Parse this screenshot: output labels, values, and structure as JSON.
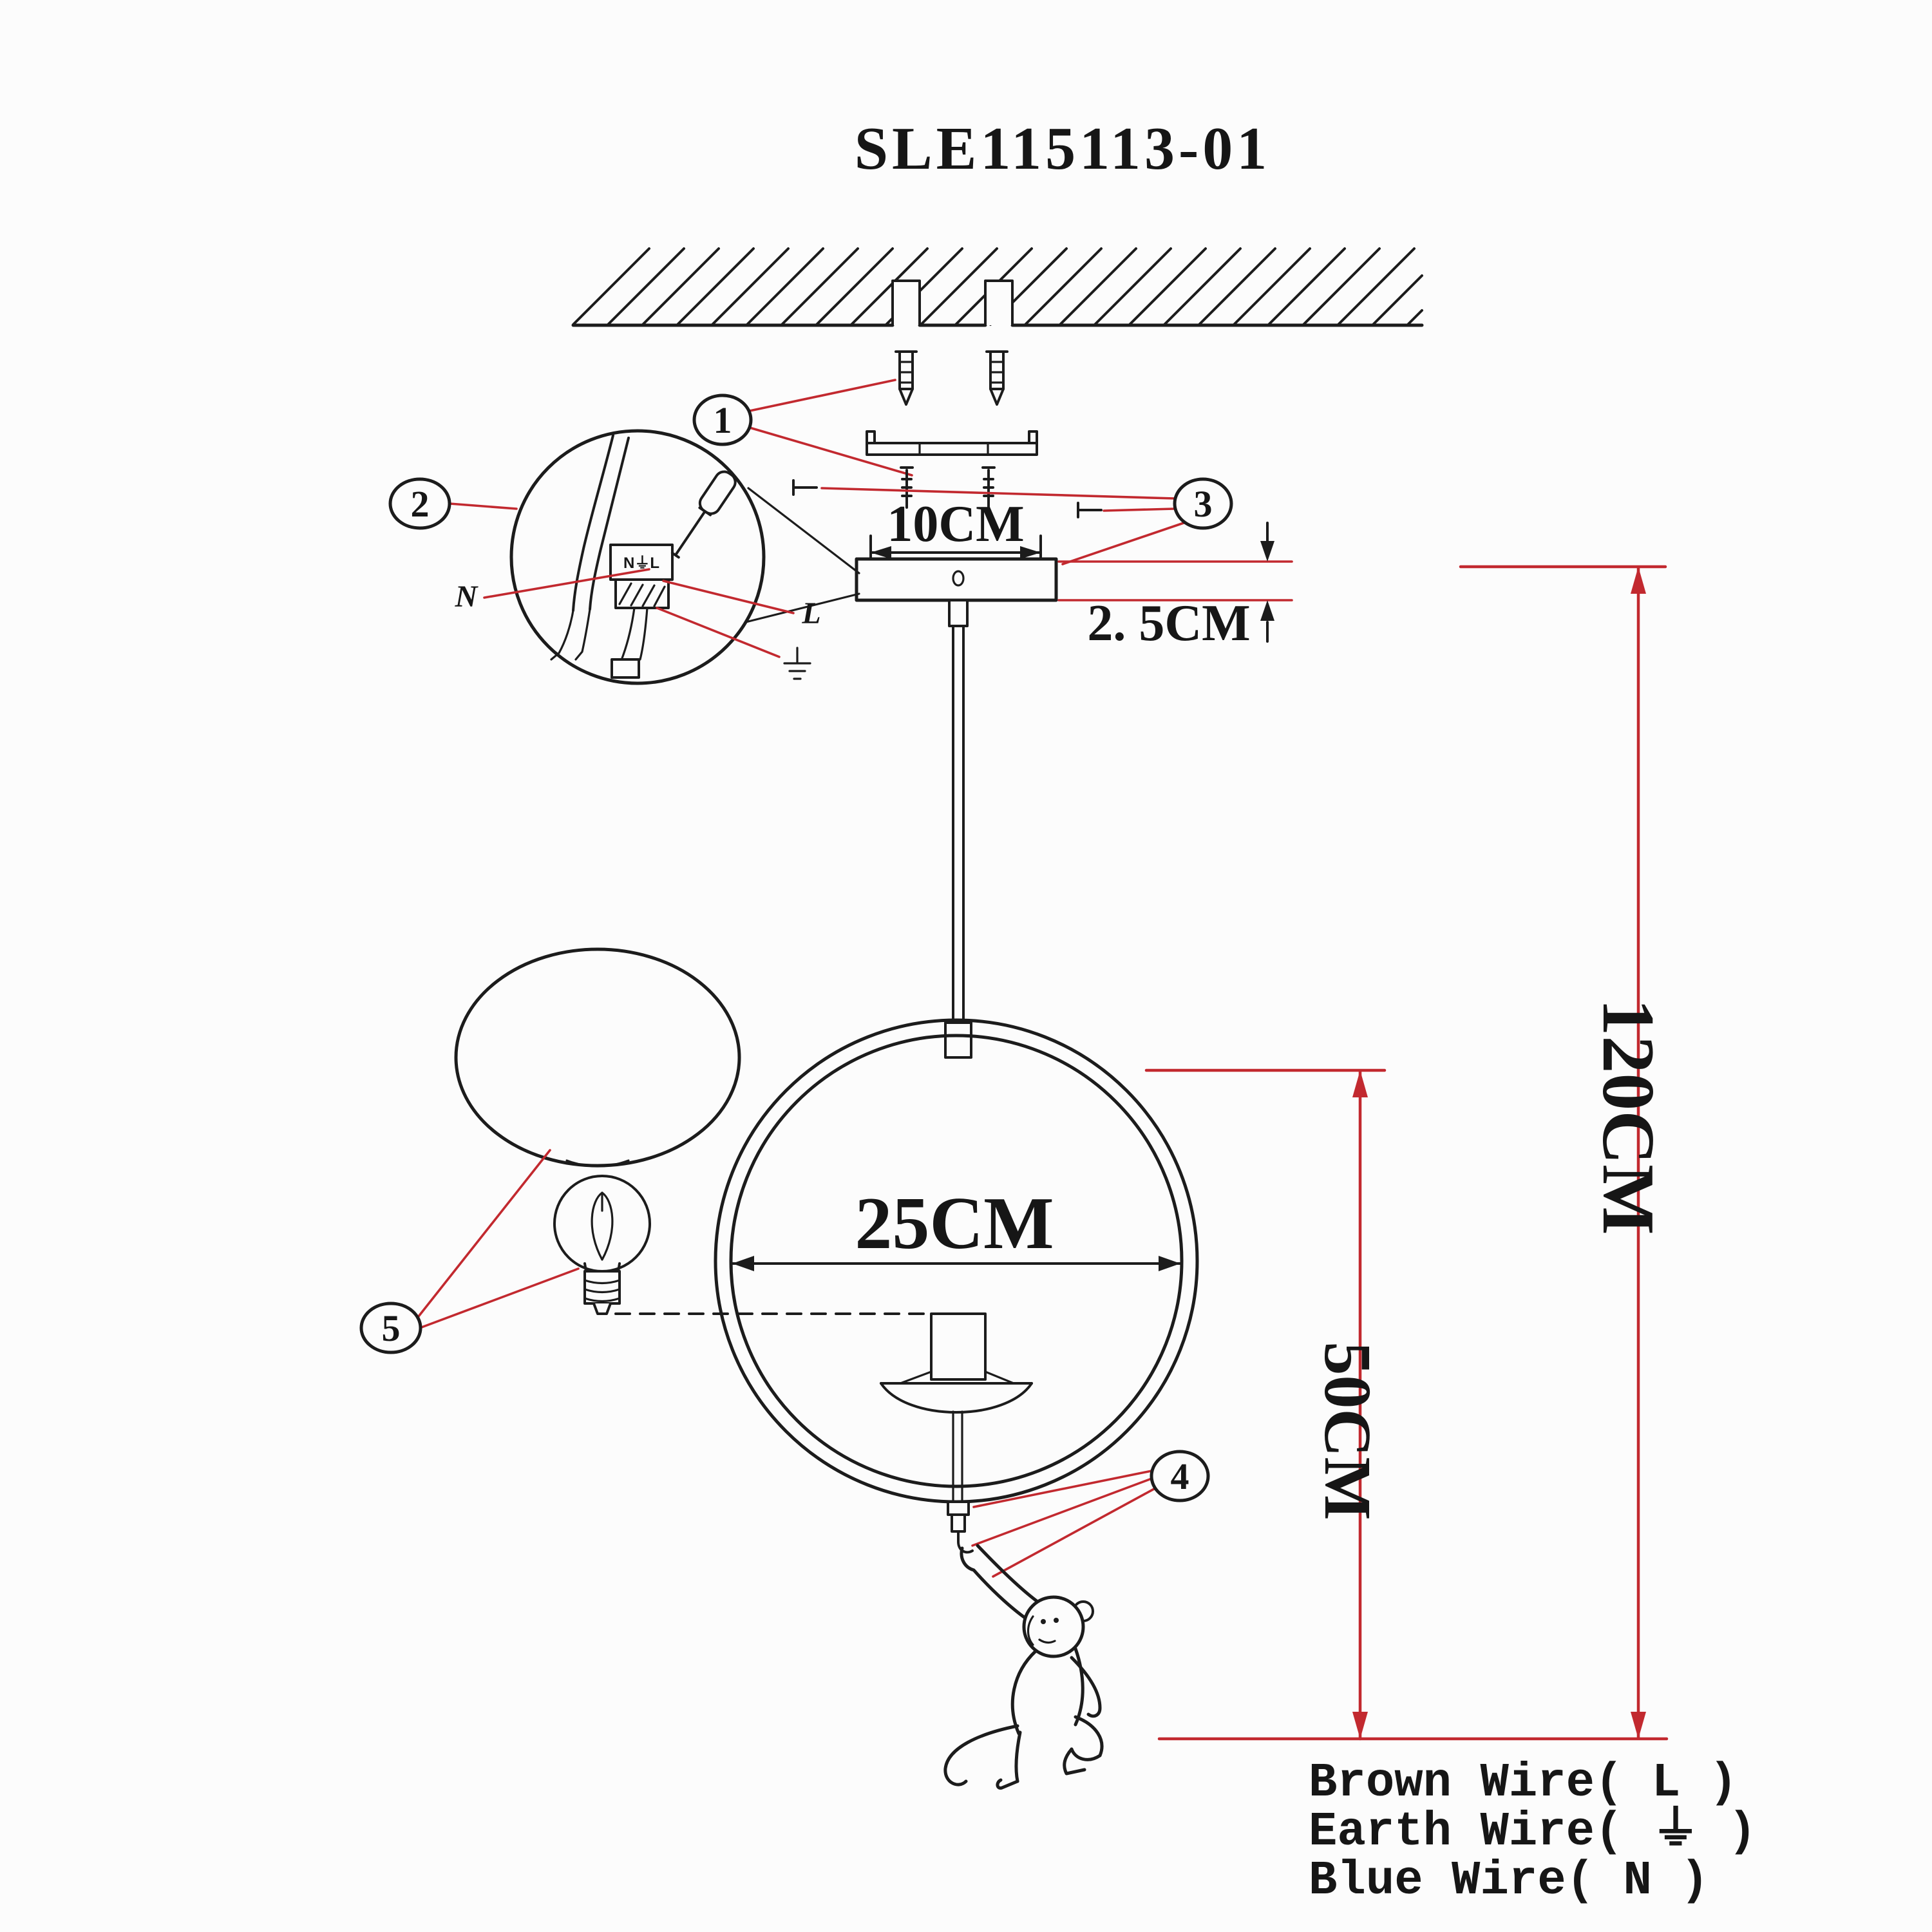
{
  "title": "SLE115113-01",
  "callouts": {
    "c1": "1",
    "c2": "2",
    "c3": "3",
    "c4": "4",
    "c5": "5"
  },
  "dimensions": {
    "bracket_width": "10CM",
    "canopy_thickness": "2. 5CM",
    "ring_diameter": "25CM",
    "ring_to_bottom": "50CM",
    "overall_drop": "120CM"
  },
  "wiring_detail": {
    "neutral": "N",
    "live": "L",
    "terminal": "N⏚L"
  },
  "wire_legend": {
    "brown": "Brown Wire( L )",
    "earth": "Earth Wire( ⏚ )",
    "blue": "Blue Wire( N )"
  },
  "colors": {
    "ink": "#1c1c1c",
    "accent_red": "#c2292f",
    "paper": "#fcfcfc"
  }
}
